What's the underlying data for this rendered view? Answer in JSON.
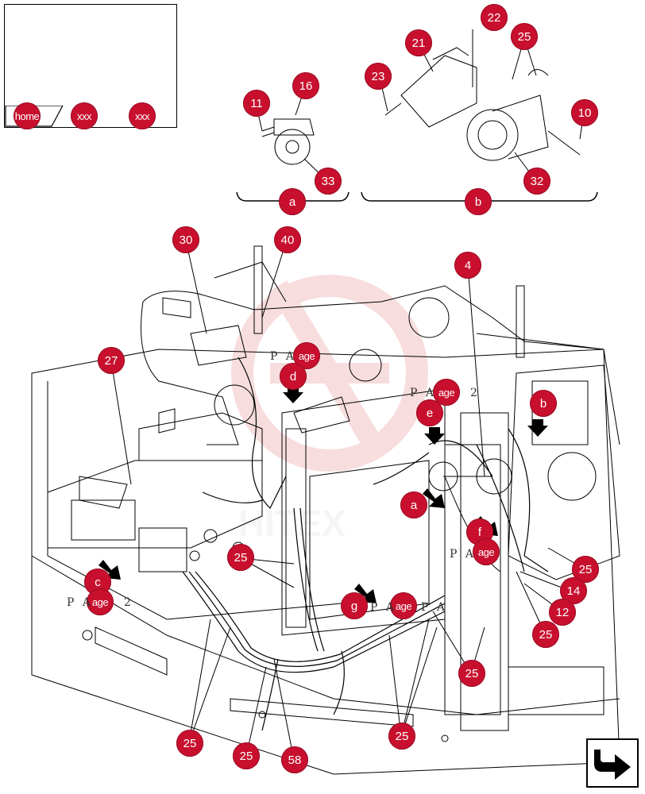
{
  "thumbnail": {
    "buttons": [
      {
        "label": "home"
      },
      {
        "label": "xxx"
      },
      {
        "label": "xxx"
      }
    ]
  },
  "group_labels": {
    "a": "a",
    "b": "b"
  },
  "callouts": [
    {
      "label": "22"
    },
    {
      "label": "21"
    },
    {
      "label": "25"
    },
    {
      "label": "23"
    },
    {
      "label": "11"
    },
    {
      "label": "16"
    },
    {
      "label": "10"
    },
    {
      "label": "33"
    },
    {
      "label": "32"
    },
    {
      "label": "30"
    },
    {
      "label": "40"
    },
    {
      "label": "4"
    },
    {
      "label": "27"
    },
    {
      "label": "age"
    },
    {
      "label": "d"
    },
    {
      "label": "age"
    },
    {
      "label": "e"
    },
    {
      "label": "b"
    },
    {
      "label": "a"
    },
    {
      "label": "f"
    },
    {
      "label": "age"
    },
    {
      "label": "25"
    },
    {
      "label": "c"
    },
    {
      "label": "age"
    },
    {
      "label": "g"
    },
    {
      "label": "age"
    },
    {
      "label": "25"
    },
    {
      "label": "14"
    },
    {
      "label": "12"
    },
    {
      "label": "25"
    },
    {
      "label": "25"
    },
    {
      "label": "25"
    },
    {
      "label": "25"
    },
    {
      "label": "25"
    },
    {
      "label": "58"
    }
  ],
  "page_refs": [
    {
      "text": "P A"
    },
    {
      "text": "P A"
    },
    {
      "text": "2"
    },
    {
      "text": "P A"
    },
    {
      "text": "P A"
    },
    {
      "text": "2"
    },
    {
      "text": "P A"
    },
    {
      "text": "P A"
    }
  ],
  "watermark": "HITEX",
  "colors": {
    "callout": "#c8102e",
    "watermark": "#f2c9c9",
    "line": "#000000"
  },
  "nav_icon": "next-arrow-icon"
}
